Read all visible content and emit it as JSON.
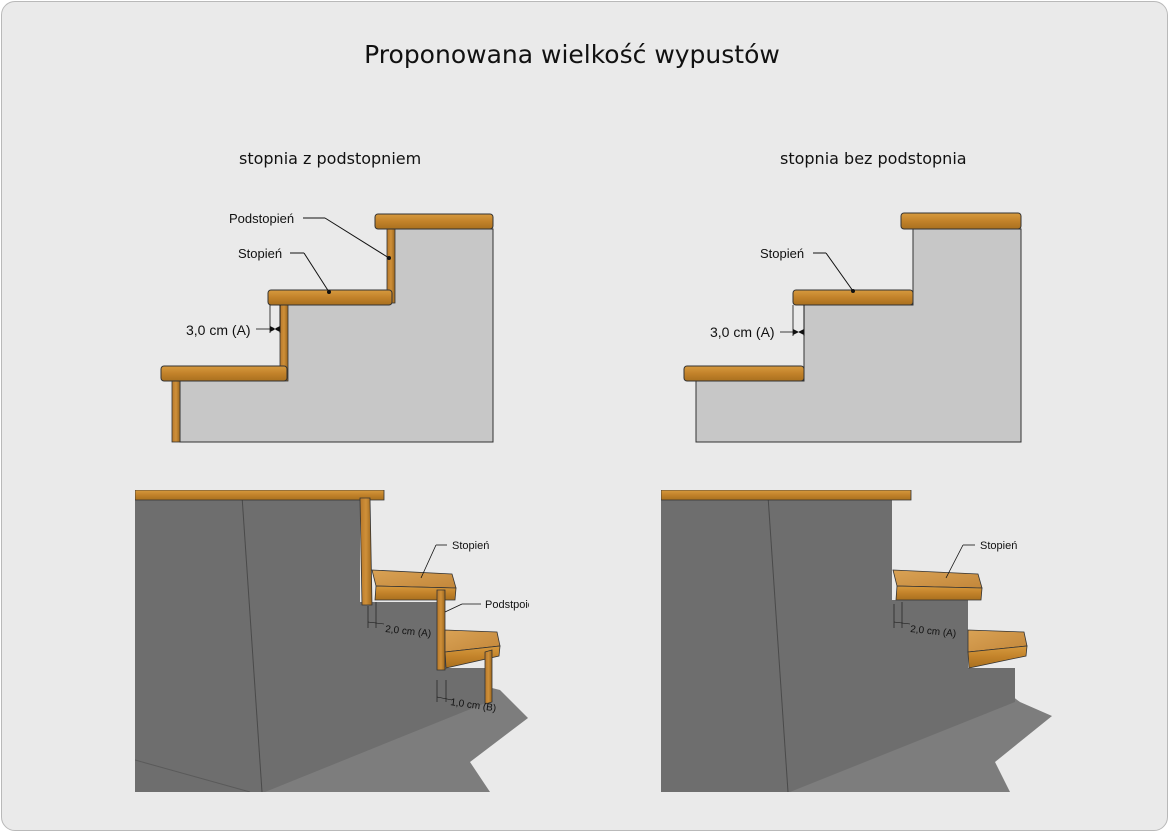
{
  "title": "Proponowana wielkość wypustów",
  "left": {
    "subtitle": "stopnia z podstopniem",
    "label_riser": "Podstopień",
    "label_tread": "Stopień",
    "dim_a": "3,0 cm (A)",
    "view3d_label_tread": "Stopień",
    "view3d_label_riser": "Podstpoień",
    "view3d_dim_a": "2,0 cm (A)",
    "view3d_dim_b": "1,0 cm (B)"
  },
  "right": {
    "subtitle": "stopnia bez podstopnia",
    "label_tread": "Stopień",
    "dim_a": "3,0 cm (A)",
    "view3d_label_tread": "Stopień",
    "view3d_dim_a": "2,0 cm (A)"
  },
  "colors": {
    "wood": "#c8892e",
    "wood_dark": "#8a5a14",
    "concrete_2d": "#c7c7c7",
    "concrete_3d": "#6e6e6e",
    "floor_3d": "#7d7d7d",
    "background": "#eaeaea"
  }
}
